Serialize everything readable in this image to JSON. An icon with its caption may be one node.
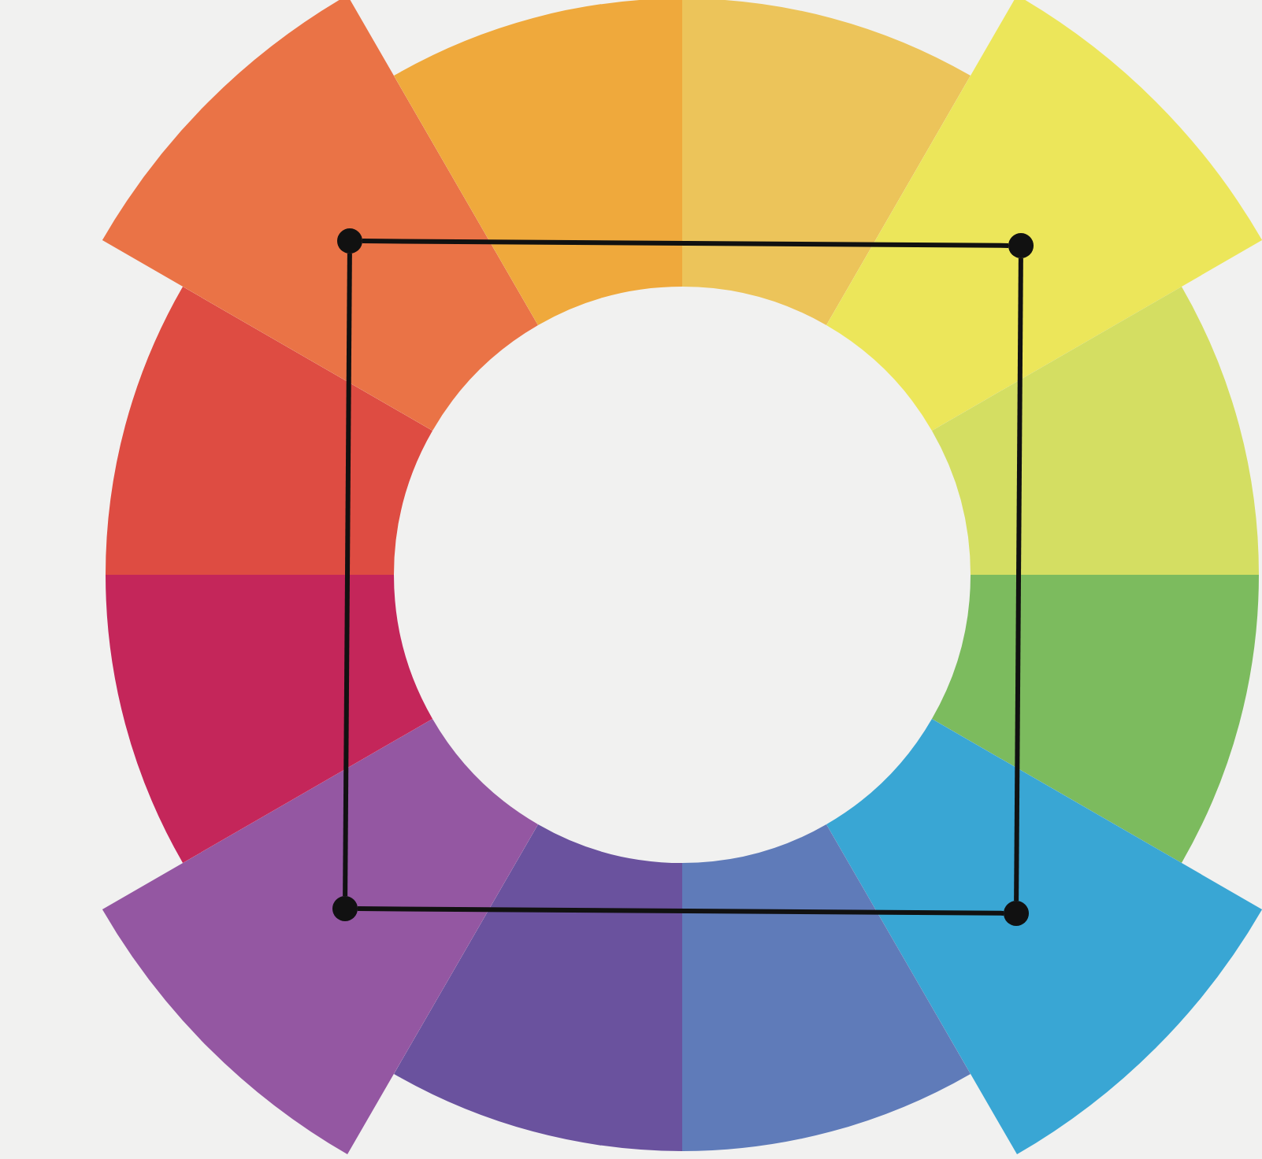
{
  "diagram": {
    "nodes": [
      {
        "text": [],
        "shape": "circle"
      },
      {
        "text": [],
        "shape": "circle"
      },
      {
        "text": [],
        "shape": "circle"
      },
      {
        "text": [],
        "shape": "circle"
      }
    ],
    "edges": [
      {
        "from": 0,
        "to": 1,
        "arrow": "none"
      },
      {
        "from": 1,
        "to": 2,
        "arrow": "none"
      },
      {
        "from": 2,
        "to": 3,
        "arrow": "none"
      },
      {
        "from": 3,
        "to": 0,
        "arrow": "none"
      }
    ]
  }
}
